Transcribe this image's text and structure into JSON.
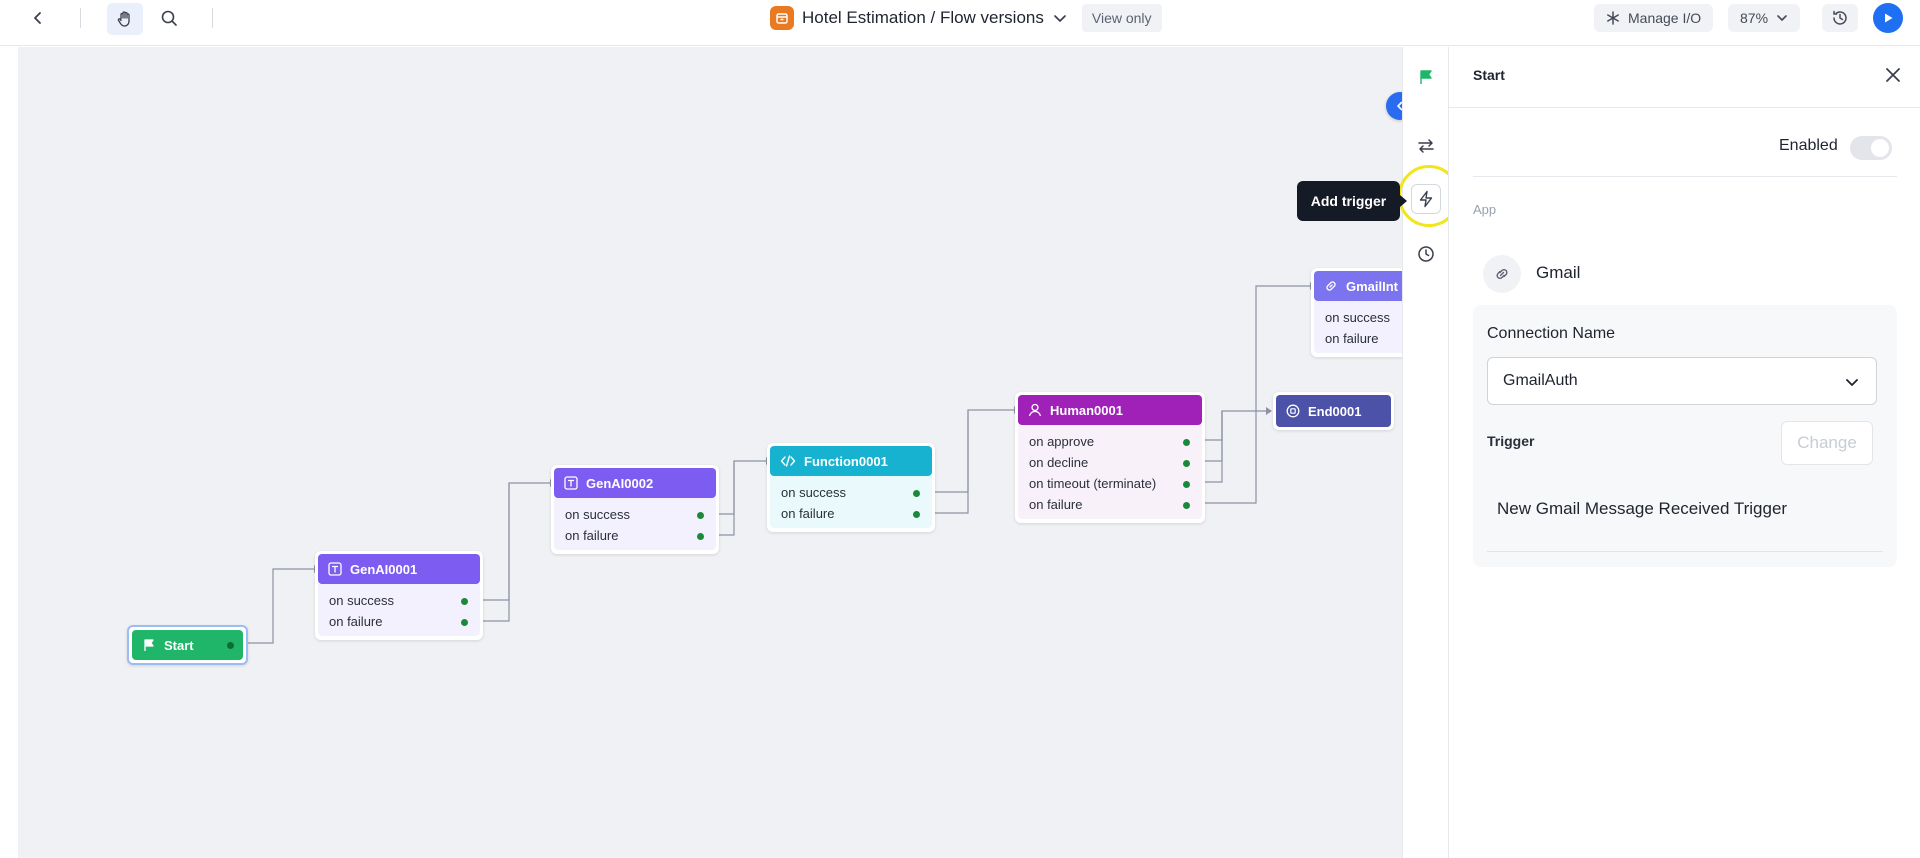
{
  "topbar": {
    "title": "Hotel Estimation / Flow versions",
    "view_mode": "View only",
    "manage_io": "Manage I/O",
    "zoom": "87%"
  },
  "canvas": {
    "nodes": {
      "start": {
        "label": "Start",
        "color": "#1fb66a"
      },
      "genai1": {
        "label": "GenAI0001",
        "color": "#7d5cf2",
        "ports": [
          "on success",
          "on failure"
        ]
      },
      "genai2": {
        "label": "GenAI0002",
        "color": "#7d5cf2",
        "ports": [
          "on success",
          "on failure"
        ]
      },
      "function1": {
        "label": "Function0001",
        "color": "#17b2cf",
        "ports": [
          "on success",
          "on failure"
        ]
      },
      "human1": {
        "label": "Human0001",
        "color": "#a021b8",
        "ports": [
          "on approve",
          "on decline",
          "on timeout (terminate)",
          "on failure"
        ]
      },
      "gmail": {
        "label": "GmailInt",
        "color": "#7b74ee",
        "ports": [
          "on success",
          "on failure"
        ]
      },
      "end1": {
        "label": "End0001",
        "color": "#4c52a8"
      }
    }
  },
  "rail": {
    "tooltip": "Add trigger"
  },
  "panel": {
    "title": "Start",
    "enabled_label": "Enabled",
    "app_label": "App",
    "app_name": "Gmail",
    "connection_label": "Connection Name",
    "connection_value": "GmailAuth",
    "trigger_label": "Trigger",
    "change_label": "Change",
    "trigger_value": "New Gmail Message Received Trigger"
  }
}
